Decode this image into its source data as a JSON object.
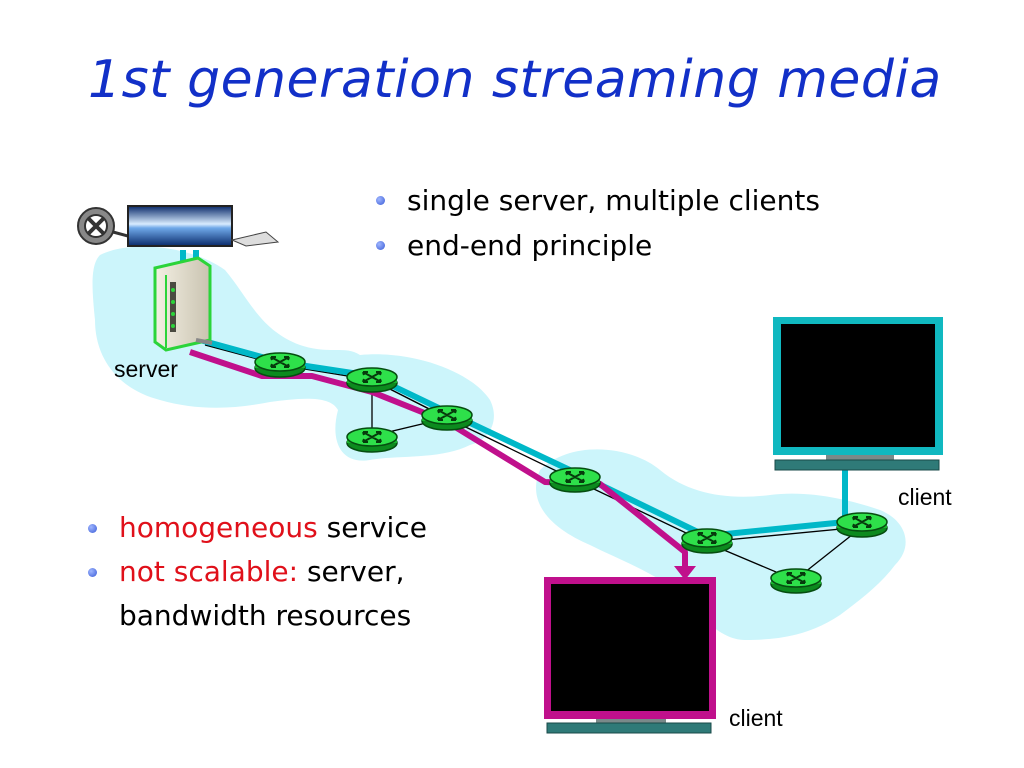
{
  "slide": {
    "title": "1st generation streaming media"
  },
  "bullets_top": [
    {
      "text": "single server, multiple clients"
    },
    {
      "text": "end-end principle"
    }
  ],
  "bullets_bottom": [
    {
      "highlight": "homogeneous",
      "rest": " service"
    },
    {
      "highlight": "not scalable:",
      "rest": " server,",
      "line2": "bandwidth resources"
    }
  ],
  "diagram": {
    "server_label": "server",
    "client_right_label": "client",
    "client_bottom_label": "client",
    "colors": {
      "cloud": "#ccf5fb",
      "stream_a": "#00b8c8",
      "stream_b": "#c0108c",
      "router": "#1fcf3a",
      "monitor_right_frame": "#10b8c0",
      "monitor_bottom_frame": "#c0108c",
      "title": "#1230c8",
      "highlight": "#e0101a"
    }
  }
}
